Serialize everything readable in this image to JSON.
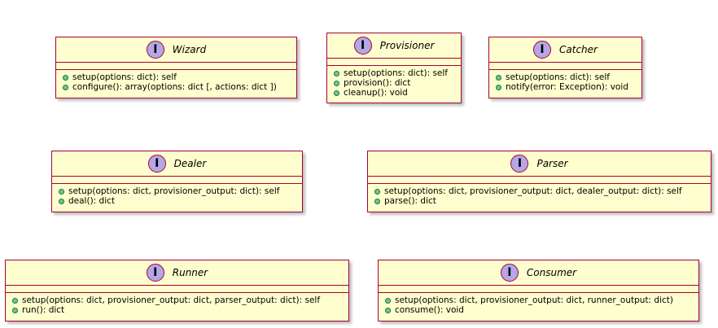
{
  "diagram": {
    "interfaces": [
      {
        "id": "wizard",
        "badge": "I",
        "name": "Wizard",
        "methods": [
          "setup(options: dict): self",
          "configure(): array(options: dict [, actions: dict ])"
        ]
      },
      {
        "id": "provisioner",
        "badge": "I",
        "name": "Provisioner",
        "methods": [
          "setup(options: dict): self",
          "provision(): dict",
          "cleanup(): void"
        ]
      },
      {
        "id": "catcher",
        "badge": "I",
        "name": "Catcher",
        "methods": [
          "setup(options: dict): self",
          "notify(error: Exception): void"
        ]
      },
      {
        "id": "dealer",
        "badge": "I",
        "name": "Dealer",
        "methods": [
          "setup(options: dict, provisioner_output: dict): self",
          "deal(): dict"
        ]
      },
      {
        "id": "parser",
        "badge": "I",
        "name": "Parser",
        "methods": [
          "setup(options: dict, provisioner_output: dict, dealer_output: dict): self",
          "parse(): dict"
        ]
      },
      {
        "id": "runner",
        "badge": "I",
        "name": "Runner",
        "methods": [
          "setup(options: dict, provisioner_output: dict, parser_output: dict): self",
          "run(): dict"
        ]
      },
      {
        "id": "consumer",
        "badge": "I",
        "name": "Consumer",
        "methods": [
          "setup(options: dict, provisioner_output: dict, runner_output: dict)",
          "consume(): void"
        ]
      }
    ],
    "colors": {
      "box_fill": "#fefece",
      "border": "#a80036",
      "badge_fill": "#b4a7e5",
      "method_dot_fill": "#84be84",
      "method_dot_border": "#038048"
    }
  }
}
